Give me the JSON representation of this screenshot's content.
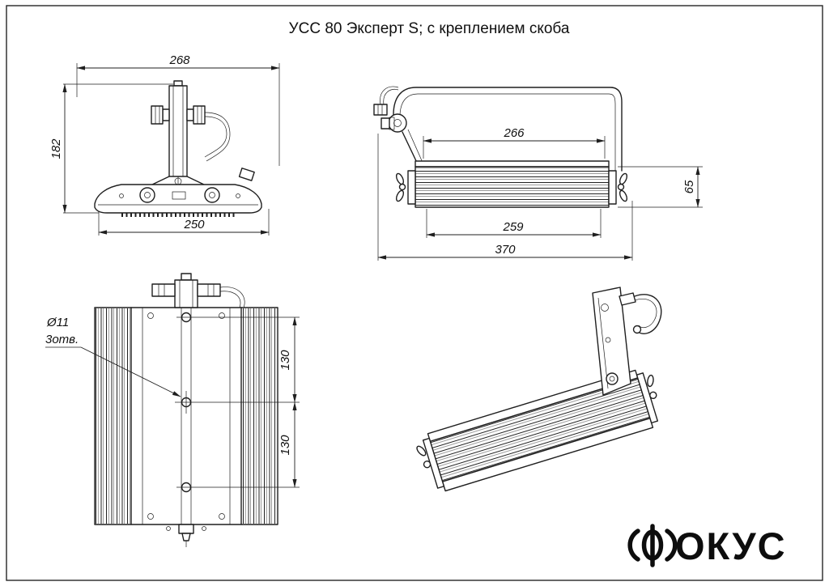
{
  "drawing": {
    "title": "УСС 80 Эксперт S; с креплением скоба"
  },
  "front_view": {
    "dim_overall_width": "268",
    "dim_overall_height": "182",
    "dim_body_width": "250"
  },
  "side_view": {
    "dim_top_between_screws": "266",
    "dim_bottom_between_screws": "259",
    "dim_overall_length": "370",
    "dim_body_height": "65"
  },
  "bottom_view": {
    "dim_hole_spacing_top": "130",
    "dim_hole_spacing_bottom": "130",
    "holes_diameter": "Ø11",
    "holes_count": "3отв."
  },
  "logo": {
    "brand": "ФОКУС",
    "wordmark_tail": "ОКУС"
  }
}
